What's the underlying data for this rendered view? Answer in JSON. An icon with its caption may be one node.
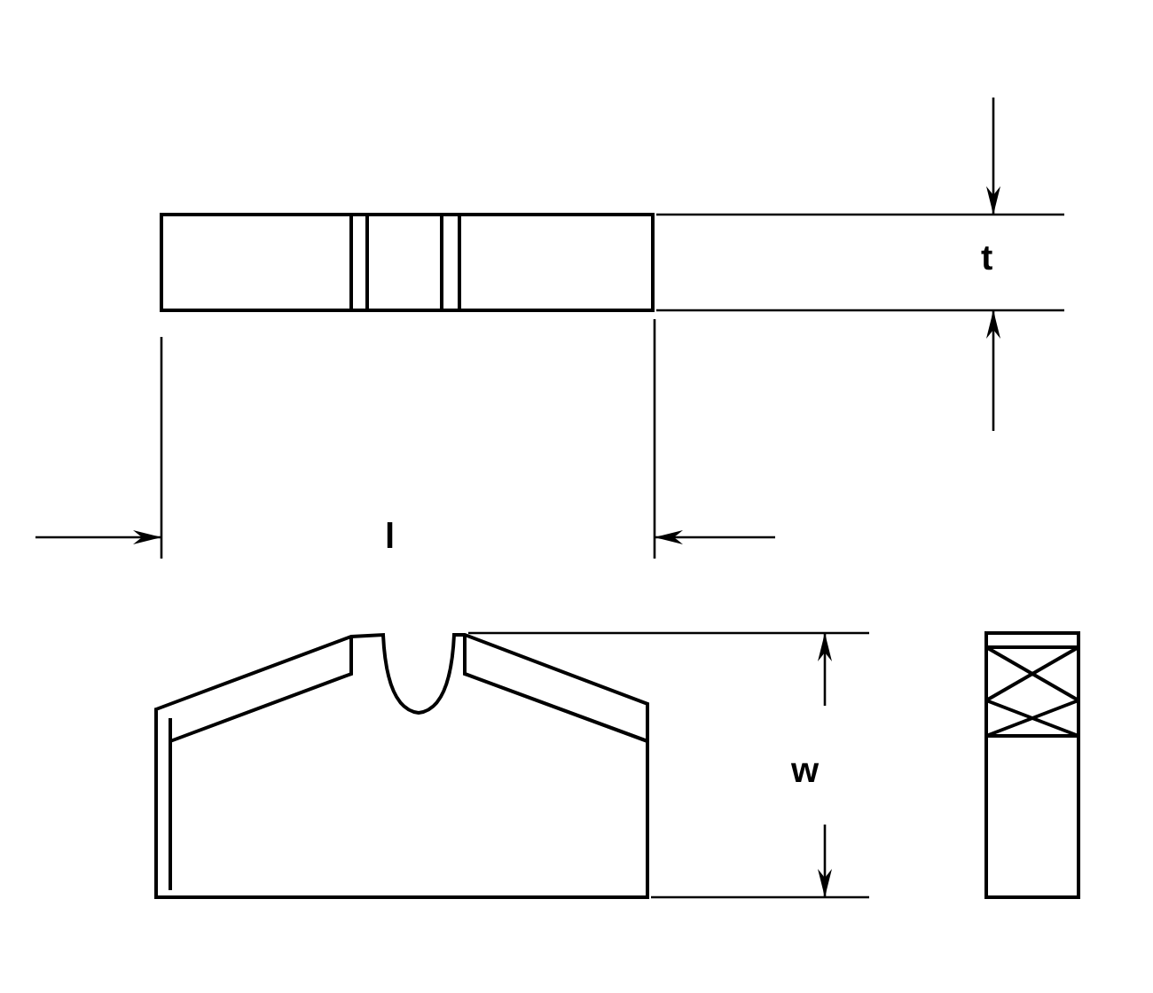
{
  "diagram": {
    "labels": [
      "t",
      "l",
      "w"
    ]
  }
}
